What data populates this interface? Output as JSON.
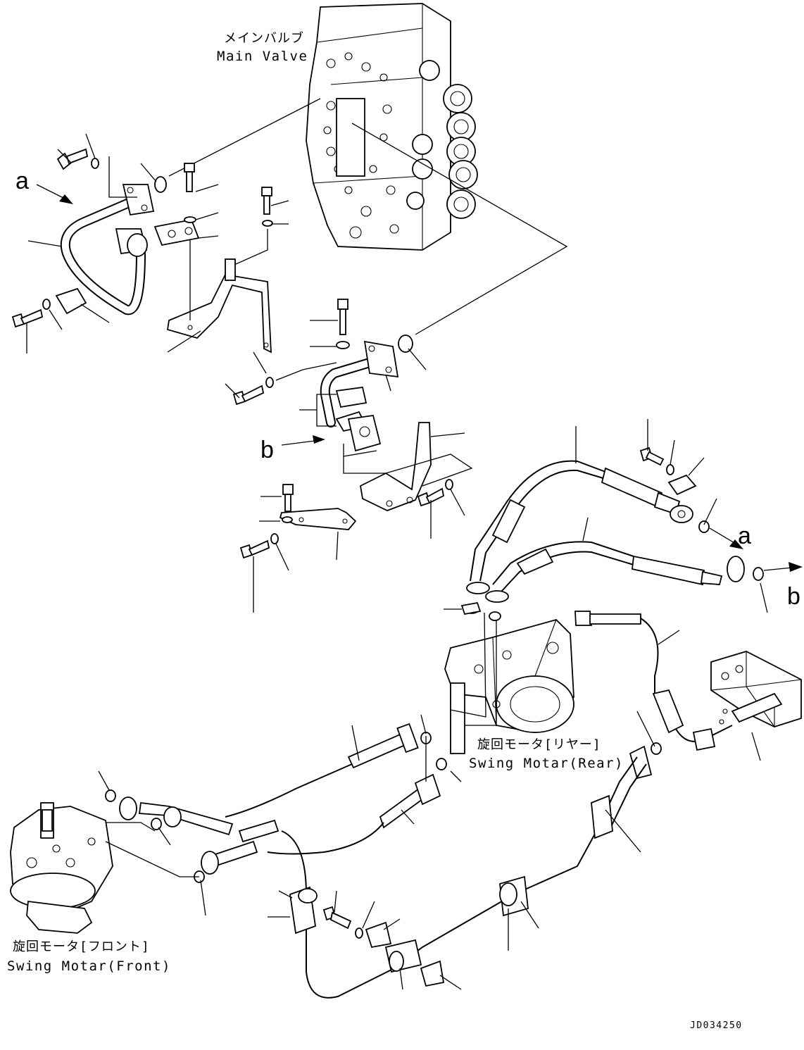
{
  "labels": {
    "main_valve_jp": "メインバルブ",
    "main_valve_en": "Main Valve",
    "swing_rear_jp": "旋回モータ[リヤー]",
    "swing_rear_en": "Swing Motar(Rear)",
    "swing_front_jp": "旋回モータ[フロント]",
    "swing_front_en": "Swing Motar(Front)",
    "drawing_code": "JD034250"
  },
  "view_markers": {
    "a_left": "a",
    "a_right": "a",
    "b_left": "b",
    "b_right": "b"
  }
}
